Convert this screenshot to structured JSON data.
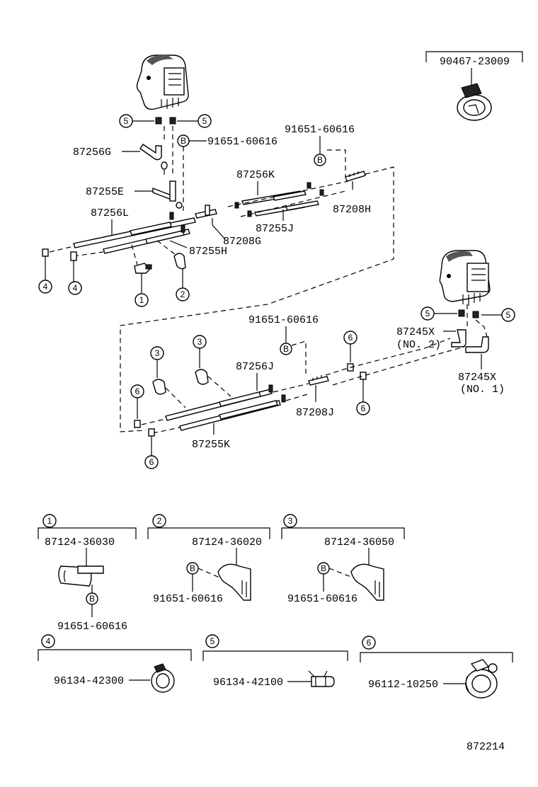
{
  "diagram_id": "872214",
  "callouts": {
    "c1": "1",
    "c2": "2",
    "c3": "3",
    "c4": "4",
    "c5": "5",
    "c6": "6",
    "cB": "B"
  },
  "parts": {
    "p90467": "90467-23009",
    "p91651_top": "91651-60616",
    "p91651_topb": "91651-60616",
    "p91651_mid": "91651-60616",
    "p87256G": "87256G",
    "p87256K": "87256K",
    "p87255E": "87255E",
    "p87208H": "87208H",
    "p87256L": "87256L",
    "p87255J": "87255J",
    "p87208G": "87208G",
    "p87255H": "87255H",
    "p87245X_2": "87245X",
    "p87245X_2_note": "(NO. 2)",
    "p87245X_1": "87245X",
    "p87245X_1_note": "(NO. 1)",
    "p87256J": "87256J",
    "p87208J": "87208J",
    "p87255K": "87255K"
  },
  "legend": {
    "g1_part": "87124-36030",
    "g1_bolt": "91651-60616",
    "g2_part": "87124-36020",
    "g2_bolt": "91651-60616",
    "g3_part": "87124-36050",
    "g3_bolt": "91651-60616",
    "g4_part": "96134-42300",
    "g5_part": "96134-42100",
    "g6_part": "96112-10250"
  }
}
